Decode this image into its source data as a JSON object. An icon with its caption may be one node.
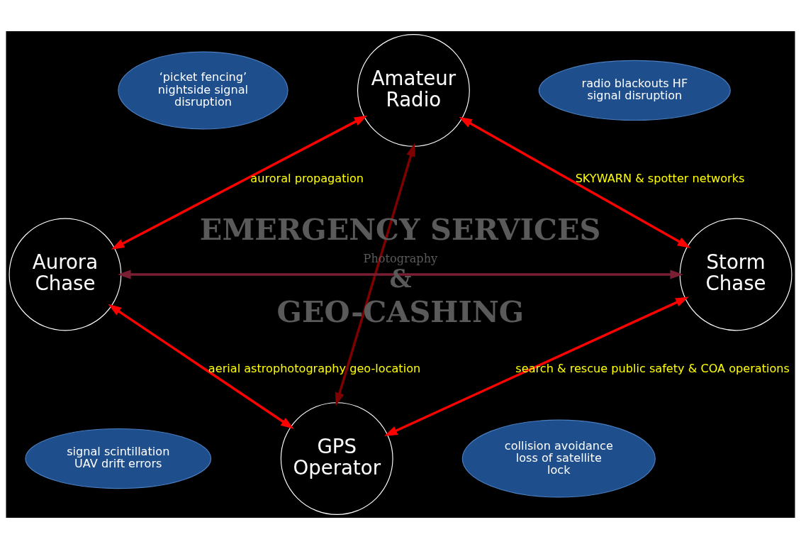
{
  "diagram": {
    "nodes": [
      {
        "text": [
          "Amateur Radio"
        ]
      },
      {
        "text": [
          "Aurora Chase"
        ]
      },
      {
        "text": [
          "Storm Chase"
        ]
      },
      {
        "text": [
          "GPS Operator"
        ]
      },
      {
        "text": [
          "‘picket fencing’ nightside signal disruption"
        ]
      },
      {
        "text": [
          "radio blackouts HF signal disruption"
        ]
      },
      {
        "text": [
          "signal scintillation UAV drift errors"
        ]
      },
      {
        "text": [
          "collision avoidance loss of satellite lock"
        ]
      }
    ],
    "edges": [
      {
        "from": 0,
        "to": 1,
        "arrow": "both",
        "label": "auroral propagation"
      },
      {
        "from": 0,
        "to": 2,
        "arrow": "both",
        "label": "SKYWARN & spotter networks"
      },
      {
        "from": 1,
        "to": 3,
        "arrow": "both",
        "label": "aerial astrophotography geo-location"
      },
      {
        "from": 2,
        "to": 3,
        "arrow": "both",
        "label": "search & rescue public safety & COA operations"
      },
      {
        "from": 0,
        "to": 3,
        "arrow": "both",
        "color": "#7f0000"
      },
      {
        "from": 1,
        "to": 2,
        "arrow": "both",
        "color": "#7a1f33"
      }
    ],
    "labels": [
      "EMERGENCY SERVICES",
      "Photography",
      "&",
      "GEO-CASHING"
    ]
  }
}
